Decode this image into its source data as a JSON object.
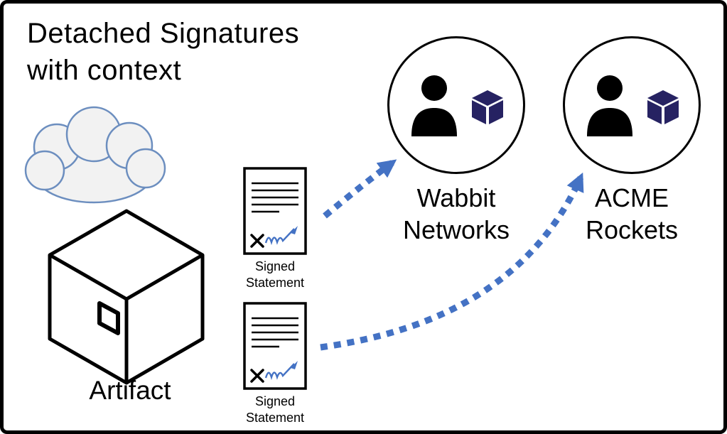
{
  "title": "Detached Signatures\nwith context",
  "artifact": {
    "label": "Artifact"
  },
  "documents": [
    {
      "label": "Signed\nStatement"
    },
    {
      "label": "Signed\nStatement"
    }
  ],
  "entities": [
    {
      "name": "Wabbit\nNetworks"
    },
    {
      "name": "ACME\nRockets"
    }
  ],
  "icons": {
    "cloud": "cloud-icon",
    "artifact": "package-box-icon",
    "document": "signed-document-icon",
    "signature": "signature-pen-icon",
    "person": "person-icon",
    "package": "package-cube-icon"
  },
  "colors": {
    "arrow": "#4472C4",
    "signature": "#4472C4",
    "cloud_stroke": "#6C8EBF",
    "cloud_fill": "#F2F2F2",
    "package_icon": "#262262",
    "outline": "#000000",
    "background": "#FFFFFF"
  }
}
